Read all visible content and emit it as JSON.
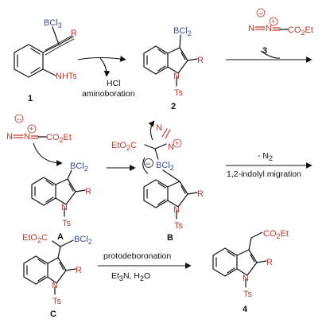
{
  "compound_labels": {
    "c1": "1",
    "c2": "2",
    "c3": "3",
    "c4": "4",
    "cA": "A",
    "cB": "B",
    "cC": "C"
  },
  "atoms": {
    "bcl3": "BCl",
    "bcl3_sub": "3",
    "bcl2": "BCl",
    "bcl2_sub": "2",
    "r": "R",
    "nhts": "NHTs",
    "n": "N",
    "ts": "Ts",
    "co2et": "CO",
    "co2et_sub": "2",
    "co2et_tail": "Et",
    "eto2c_a": "EtO",
    "eto2c_sub": "2",
    "eto2c_b": "C",
    "dz_n": "N",
    "plus": "+",
    "minus": "–"
  },
  "conditions": {
    "step1_below_1": "HCl",
    "step1_below_2": "aminoboration",
    "step3_above": "- N",
    "step3_above_sub": "2",
    "step3_below": "1,2-indolyl migration",
    "step5_above": "protodeboronation",
    "step5_below_a": "Et",
    "step5_below_sub": "3",
    "step5_below_b": "N, H",
    "step5_below_sub2": "2",
    "step5_below_c": "O"
  },
  "colors": {
    "structure": "#111111",
    "heteroatom_red": "#c0392b",
    "boron_blue": "#3d4b9e"
  }
}
